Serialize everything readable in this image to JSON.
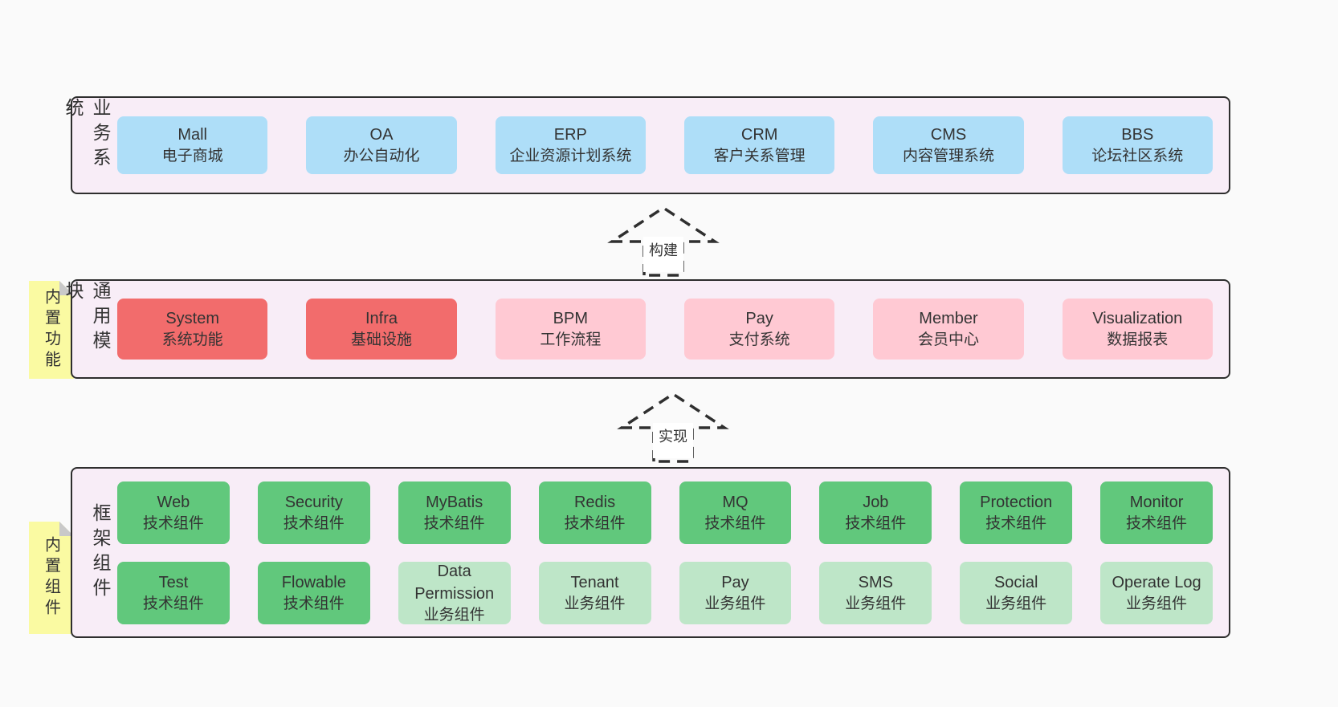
{
  "canvas": {
    "background": "#fafafa"
  },
  "colors": {
    "band_fill": "#f8edf7",
    "band_border": "#2e2e2e",
    "blue_box": "#aedef8",
    "red_box": "#f26c6c",
    "pink_box": "#ffc9d3",
    "green_dark_box": "#61c87c",
    "green_light_box": "#bee6c8",
    "note_yellow": "#fafaa2",
    "note_fold": "#c9c9c9",
    "text": "#333333"
  },
  "business": {
    "label": "业务系统",
    "items": [
      {
        "name": "Mall",
        "subtitle": "电子商城"
      },
      {
        "name": "OA",
        "subtitle": "办公自动化"
      },
      {
        "name": "ERP",
        "subtitle": "企业资源计划系统"
      },
      {
        "name": "CRM",
        "subtitle": "客户关系管理"
      },
      {
        "name": "CMS",
        "subtitle": "内容管理系统"
      },
      {
        "name": "BBS",
        "subtitle": "论坛社区系统"
      }
    ]
  },
  "arrows": {
    "build": "构建",
    "implement": "实现"
  },
  "modules": {
    "label": "通用模块",
    "note": "内置功能",
    "items": [
      {
        "name": "System",
        "subtitle": "系统功能"
      },
      {
        "name": "Infra",
        "subtitle": "基础设施"
      },
      {
        "name": "BPM",
        "subtitle": "工作流程"
      },
      {
        "name": "Pay",
        "subtitle": "支付系统"
      },
      {
        "name": "Member",
        "subtitle": "会员中心"
      },
      {
        "name": "Visualization",
        "subtitle": "数据报表"
      }
    ]
  },
  "framework": {
    "label": "框架组件",
    "note": "内置组件",
    "row1": [
      {
        "name": "Web",
        "subtitle": "技术组件"
      },
      {
        "name": "Security",
        "subtitle": "技术组件"
      },
      {
        "name": "MyBatis",
        "subtitle": "技术组件"
      },
      {
        "name": "Redis",
        "subtitle": "技术组件"
      },
      {
        "name": "MQ",
        "subtitle": "技术组件"
      },
      {
        "name": "Job",
        "subtitle": "技术组件"
      },
      {
        "name": "Protection",
        "subtitle": "技术组件"
      },
      {
        "name": "Monitor",
        "subtitle": "技术组件"
      }
    ],
    "row2": [
      {
        "name": "Test",
        "subtitle": "技术组件"
      },
      {
        "name": "Flowable",
        "subtitle": "技术组件"
      },
      {
        "name": "Data Permission",
        "subtitle": "业务组件"
      },
      {
        "name": "Tenant",
        "subtitle": "业务组件"
      },
      {
        "name": "Pay",
        "subtitle": "业务组件"
      },
      {
        "name": "SMS",
        "subtitle": "业务组件"
      },
      {
        "name": "Social",
        "subtitle": "业务组件"
      },
      {
        "name": "Operate Log",
        "subtitle": "业务组件"
      }
    ]
  }
}
